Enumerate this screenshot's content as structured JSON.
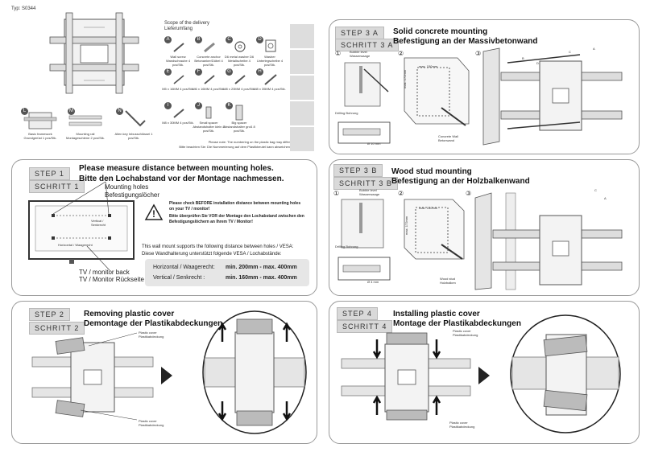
{
  "type_label": "Typ: S0344",
  "scope": {
    "title_en": "Scope of the delivery",
    "title_de": "Lieferumfang",
    "parts": [
      {
        "letter": "A",
        "cap": "Wall screw Wandschraube 4 pcs/Stk."
      },
      {
        "letter": "B",
        "cap": "Concrete anchor Betonanker/Dübel 4 pcs/Stk."
      },
      {
        "letter": "C",
        "cap": "D6 metal washer D6 Metallscheibe 4 pcs/Stk."
      },
      {
        "letter": "D",
        "cap": "Washer Unterlegscheibe 4 pcs/Stk."
      },
      {
        "letter": "E",
        "cap": "M5 x 16MM 4 pcs/Stk."
      },
      {
        "letter": "F",
        "cap": "M6 x 16MM 4 pcs/Stk."
      },
      {
        "letter": "G",
        "cap": "M8 x 20MM 4 pcs/Stk."
      },
      {
        "letter": "H",
        "cap": "M8 x 35MM 4 pcs/Stk."
      },
      {
        "letter": "I",
        "cap": "M8 x 30MM 4 pcs/Stk."
      },
      {
        "letter": "J",
        "cap": "Small spacer Abstandshalter klein 8 pcs/Stk."
      },
      {
        "letter": "K",
        "cap": "Big spacer Abstandshalter groß 8 pcs/Stk."
      }
    ],
    "note_en": "Please note: The numbering on the plastic bag may differ",
    "note_de": "Bitte beachten Sie: Die Nummerierung auf dem Plastikbeutel kann abweichen"
  },
  "extras": [
    {
      "letter": "L",
      "cap": "Basic framework Grundgerüst 1 pcs/Stk."
    },
    {
      "letter": "M",
      "cap": "Mounting rail Montageschiene 2 pcs/Stk."
    },
    {
      "letter": "N",
      "cap": "Allen key Inbusschlüssel 1 pcs/Stk."
    }
  ],
  "step1": {
    "tab1": "STEP 1",
    "tab2": "SCHRITT 1",
    "title_en": "Please measure distance between mounting holes.",
    "title_de": "Bitte den Lochabstand vor der Montage nachmessen.",
    "holes_en": "Mounting holes",
    "holes_de": "Befestigungslöcher",
    "vertical": "Vertical / Senkrecht",
    "horizontal": "Horizontal / Waagerecht",
    "tv_en": "TV / monitor back",
    "tv_de": "TV / Monitor Rückseite",
    "warn_en": "Please check BEFORE installation distance between mounting holes on your TV / monitor!",
    "warn_de": "Bitte überprüfen Sie VOR der Montage den Lochabstand zwischen den Befestigungslöchern an Ihrem TV / Monitor!",
    "vesa_en": "This wall mount supports the following distance between holes / VESA:",
    "vesa_de": "Diese Wandhalterung unterstützt folgende VESA / Lochabstände:",
    "h_label": "Horizontal / Waagerecht:",
    "h_value": "min. 200mm - max. 400mm",
    "v_label": "Vertical / Senkrecht :",
    "v_value": "min. 160mm - max. 400mm"
  },
  "step2": {
    "tab1": "STEP 2",
    "tab2": "SCHRITT 2",
    "title_en": "Removing plastic cover",
    "title_de": "Demontage der Plastikabdeckungen",
    "cover_top": "Plastic cover Plastikabdeckung",
    "cover_bottom": "Plastic cover Plastikabdeckung"
  },
  "step3a": {
    "tab1": "STEP 3 A",
    "tab2": "SCHRITT 3 A",
    "title_en": "Solid concrete mounting",
    "title_de": "Befestigung an der Massivbetonwand",
    "num1": "①",
    "num2": "②",
    "num3": "③",
    "bubble": "Bubble level Wasserwaage",
    "max_w": "max. 150mm",
    "max_h": "max. 172mm",
    "drilling": "Drilling Bohrung",
    "dia": "Ø 10 mm",
    "wall": "Concrete Wall Betonwand",
    "mark_a": "A",
    "mark_b": "B",
    "mark_c": "C",
    "mark_d": "D"
  },
  "step3b": {
    "tab1": "STEP 3 B",
    "tab2": "SCHRITT 3 B",
    "title_en": "Wood stud mounting",
    "title_de": "Befestigung an der Holzbalkenwand",
    "num1": "①",
    "num2": "②",
    "num3": "③",
    "bubble": "Bubble level Wasserwaage",
    "max_w": "max. 150mm",
    "max_h": "max. 172mm",
    "drilling": "Drilling Bohrung",
    "dia": "Ø 4 mm",
    "wall": "Wood stud Holzbalken",
    "mark_a": "A",
    "mark_c": "C"
  },
  "step4": {
    "tab1": "STEP 4",
    "tab2": "SCHRITT 4",
    "title_en": "Installing plastic cover",
    "title_de": "Montage der Plastikabdeckungen",
    "cover_top": "Plastic cover Plastikabdeckung",
    "cover_bottom": "Plastic cover Plastikabdeckung"
  }
}
